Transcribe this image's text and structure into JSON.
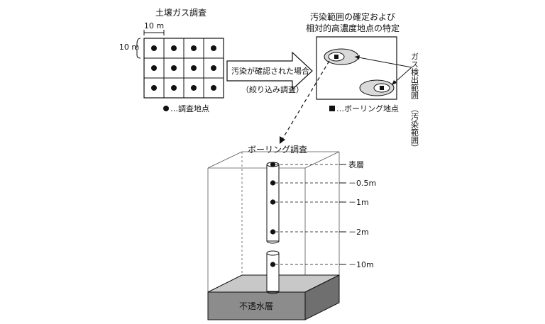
{
  "survey": {
    "title": "土壌ガス調査",
    "grid_spacing_h": "10 m",
    "grid_spacing_v": "10 m",
    "grid_rows": 3,
    "grid_cols": 4,
    "legend_point": "…調査地点"
  },
  "arrow": {
    "label_top": "汚染が確認された場合",
    "label_bottom": "（絞り込み調査）"
  },
  "identify": {
    "title_line1": "汚染範囲の確定および",
    "title_line2": "相対的高濃度地点の特定",
    "legend_boring": "…ボーリング地点",
    "side_label_1": "ガス検出範囲",
    "side_label_2": "（汚染範囲）"
  },
  "boring": {
    "title": "ボーリング調査",
    "depths": [
      "表層",
      "0.5m",
      "1m",
      "2m",
      "10m"
    ],
    "impermeable": "不透水層"
  },
  "colors": {
    "ink": "#111111",
    "ellipse_fill": "#d9d9d9",
    "aquiclude": "#8c8c8c",
    "aquiclude_top": "#c8c8c8"
  }
}
